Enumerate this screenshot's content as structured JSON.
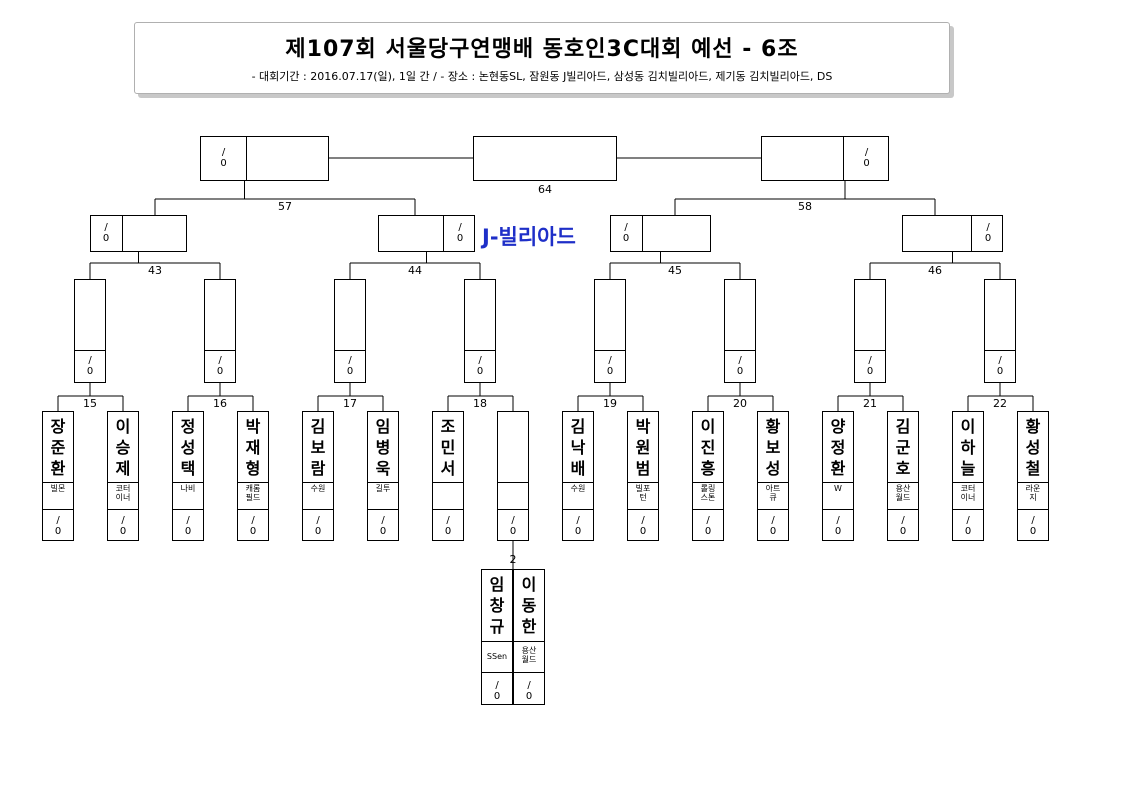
{
  "header": {
    "title": "제107회 서울당구연맹배 동호인3C대회 예선 - 6조",
    "subtitle": "- 대회기간 : 2016.07.17(일), 1일 간 / - 장소 : 논현동SL, 잠원동 J빌리아드, 삼성동 김치빌리아드, 제기동 김치빌리아드, DS"
  },
  "venue_label": "J-빌리아드",
  "score_text": "/ 0",
  "match_numbers": {
    "final": "64",
    "semi_left": "57",
    "semi_right": "58",
    "r3": [
      "43",
      "44",
      "45",
      "46"
    ],
    "r2": [
      "15",
      "16",
      "17",
      "18",
      "19",
      "20",
      "21",
      "22"
    ],
    "r1": "2"
  },
  "players": [
    {
      "name": "장준환",
      "club": "빌몬"
    },
    {
      "name": "이승제",
      "club": "코터 이너"
    },
    {
      "name": "정성택",
      "club": "나비"
    },
    {
      "name": "박재형",
      "club": "캐롬 필드"
    },
    {
      "name": "김보람",
      "club": "수원"
    },
    {
      "name": "임병욱",
      "club": "길투"
    },
    {
      "name": "조민서",
      "club": ""
    },
    {
      "name": "",
      "club": ""
    },
    {
      "name": "김낙배",
      "club": "수원"
    },
    {
      "name": "박원범",
      "club": "빌포 턴"
    },
    {
      "name": "이진흥",
      "club": "롤링 스톤"
    },
    {
      "name": "황보성",
      "club": "아트 큐"
    },
    {
      "name": "양정환",
      "club": "W"
    },
    {
      "name": "김군호",
      "club": "용산 월드"
    },
    {
      "name": "이하늘",
      "club": "코터 이너"
    },
    {
      "name": "황성철",
      "club": "라운 지"
    }
  ],
  "prelim_players": [
    {
      "name": "임창규",
      "club": "SSen"
    },
    {
      "name": "이동한",
      "club": "용산 월드"
    }
  ]
}
